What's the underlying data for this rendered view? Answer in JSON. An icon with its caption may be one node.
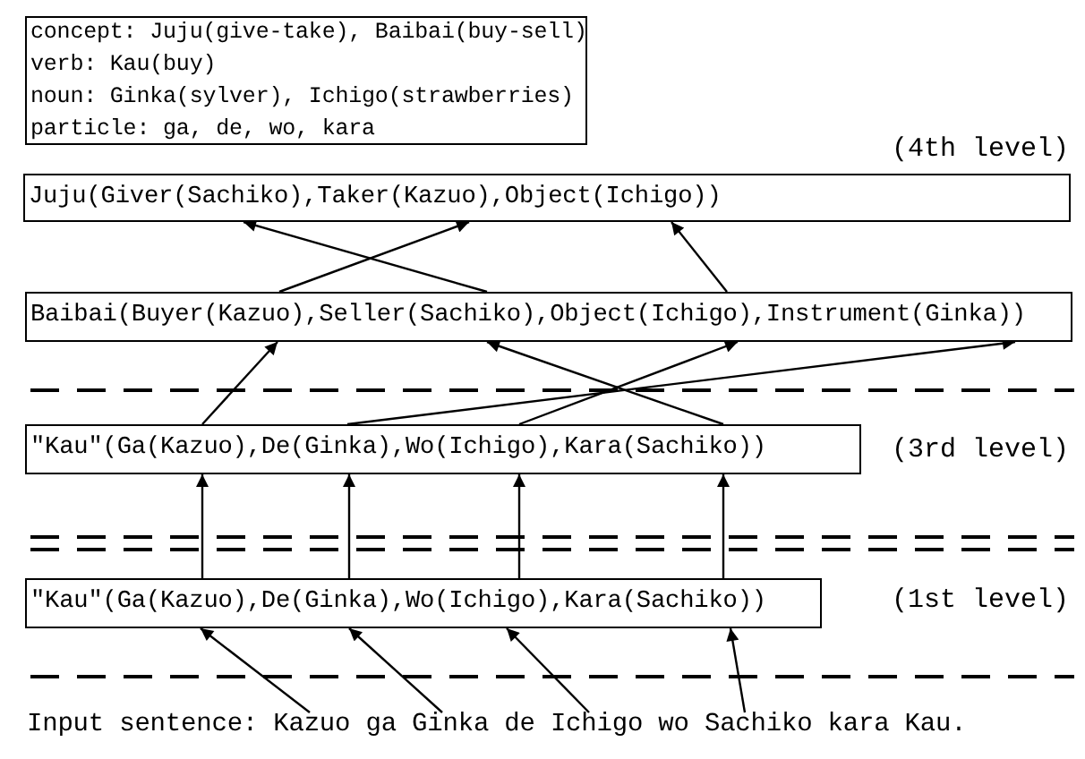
{
  "diagram": {
    "nodes": [
      {
        "text": [
          "concept: Juju(give-take), Baibai(buy-sell)",
          "verb: Kau(buy)",
          "noun: Ginka(sylver), Ichigo(strawberries)",
          "particle: ga, de, wo, kara"
        ]
      },
      {
        "text": [
          "Juju(Giver(Sachiko),Taker(Kazuo),Object(Ichigo))"
        ]
      },
      {
        "text": [
          "Baibai(Buyer(Kazuo),Seller(Sachiko),Object(Ichigo),Instrument(Ginka))"
        ]
      },
      {
        "text": [
          "\"Kau\"(Ga(Kazuo),De(Ginka),Wo(Ichigo),Kara(Sachiko))"
        ]
      },
      {
        "text": [
          "\"Kau\"(Ga(Kazuo),De(Ginka),Wo(Ichigo),Kara(Sachiko))"
        ]
      },
      {
        "text": [
          "Input sentence: Kazuo ga Ginka de Ichigo wo Sachiko kara Kau."
        ]
      }
    ],
    "edges": [
      {
        "from": 2,
        "to": 1,
        "arrow": "to"
      },
      {
        "from": 2,
        "to": 1,
        "arrow": "to"
      },
      {
        "from": 2,
        "to": 1,
        "arrow": "to"
      },
      {
        "from": 3,
        "to": 2,
        "arrow": "to"
      },
      {
        "from": 3,
        "to": 2,
        "arrow": "to"
      },
      {
        "from": 3,
        "to": 2,
        "arrow": "to"
      },
      {
        "from": 3,
        "to": 2,
        "arrow": "to"
      },
      {
        "from": 4,
        "to": 3,
        "arrow": "to"
      },
      {
        "from": 4,
        "to": 3,
        "arrow": "to"
      },
      {
        "from": 4,
        "to": 3,
        "arrow": "to"
      },
      {
        "from": 4,
        "to": 3,
        "arrow": "to"
      },
      {
        "from": 5,
        "to": 4,
        "arrow": "to"
      },
      {
        "from": 5,
        "to": 4,
        "arrow": "to"
      },
      {
        "from": 5,
        "to": 4,
        "arrow": "to"
      },
      {
        "from": 5,
        "to": 4,
        "arrow": "to"
      }
    ],
    "labels": [
      "(4th level)",
      "(3rd level)",
      "(1st level)"
    ]
  }
}
